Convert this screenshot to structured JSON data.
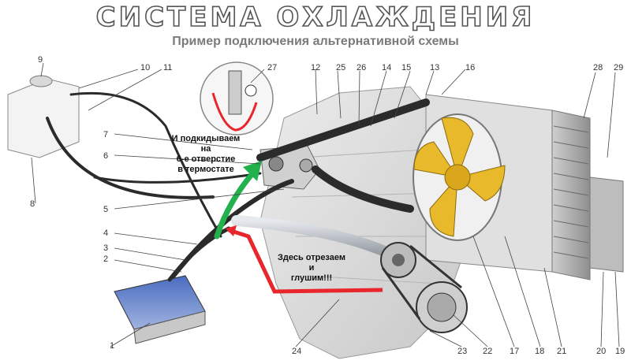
{
  "title": "СИСТЕМА ОХЛАЖДЕНИЯ",
  "subtitle": "Пример подключения альтернативной схемы",
  "annotations": {
    "top": [
      "И подкидываем",
      "на",
      "6-е отверстие",
      "в термостате"
    ],
    "bottom": [
      "Здесь отрезаем",
      "и",
      "глушим!!!"
    ]
  },
  "callouts": [
    "1",
    "2",
    "3",
    "4",
    "5",
    "6",
    "7",
    "8",
    "9",
    "10",
    "11",
    "12",
    "13",
    "14",
    "15",
    "16",
    "17",
    "18",
    "19",
    "20",
    "21",
    "22",
    "23",
    "24",
    "25",
    "26",
    "27",
    "28",
    "29"
  ],
  "colors": {
    "fan": "#e8b92a",
    "radiator": "#9a9a9a",
    "green_arrow": "#22b14c",
    "red_line": "#e8262b",
    "hose": "#2b2b2b",
    "engine": "#dcdcdc"
  }
}
